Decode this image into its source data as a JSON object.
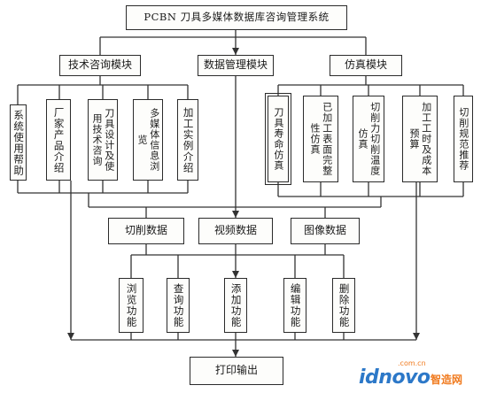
{
  "diagram": {
    "title": "PCBN 刀具多媒体数据库咨询管理系统",
    "modules": {
      "tech": "技术咨询模块",
      "data": "数据管理模块",
      "sim": "仿真模块"
    },
    "tech_items": [
      "系统使用帮助",
      "厂家产品介绍",
      "刀具设计及使用技术咨询",
      "多媒体信息浏览",
      "加工实例介绍"
    ],
    "sim_items": [
      "刀具寿命仿真",
      "已加工表面完整性仿真",
      "切削力切削温度仿真",
      "加工工时及成本预算",
      "切削规范推荐"
    ],
    "data_types": [
      "切削数据",
      "视频数据",
      "图像数据"
    ],
    "functions": [
      "浏览功能",
      "查询功能",
      "添加功能",
      "编辑功能",
      "删除功能"
    ],
    "output": "打印输出"
  },
  "watermark": {
    "url": ".com.cn",
    "logo": "idnovo",
    "cn": "智造网",
    "colors": {
      "orange": "#f07a1e",
      "blue": "#2c78c8"
    }
  }
}
